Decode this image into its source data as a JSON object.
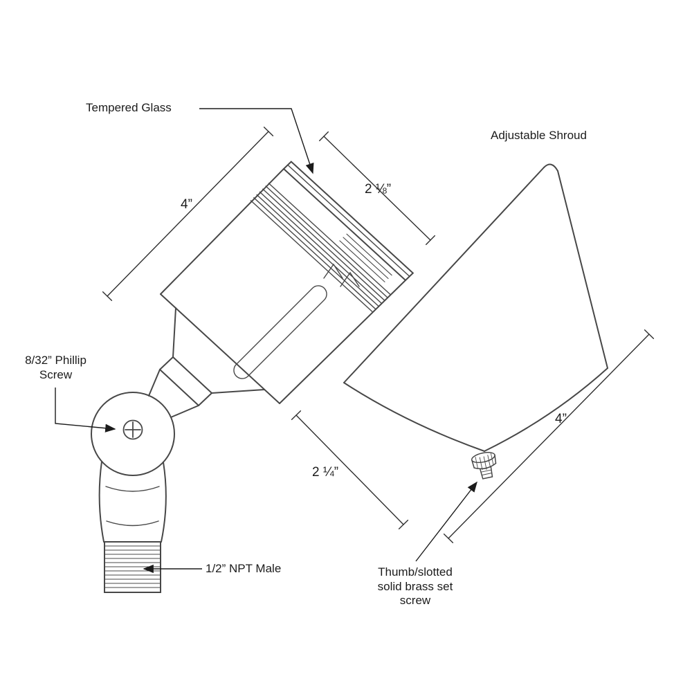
{
  "page": {
    "background": "#ffffff",
    "line_color": "#474747",
    "text_color": "#1b1b1b"
  },
  "labels": {
    "tempered_glass": "Tempered Glass",
    "adjustable_shroud": "Adjustable Shroud",
    "phillip_screw": "8/32” Phillip\nScrew",
    "npt_male": "1/2” NPT Male",
    "set_screw": "Thumb/slotted\nsolid brass set\nscrew"
  },
  "dimensions": {
    "body_length": "4”",
    "face_diameter": "2 ⅛”",
    "body_diameter": "2 ¼”",
    "shroud_length": "4”"
  }
}
